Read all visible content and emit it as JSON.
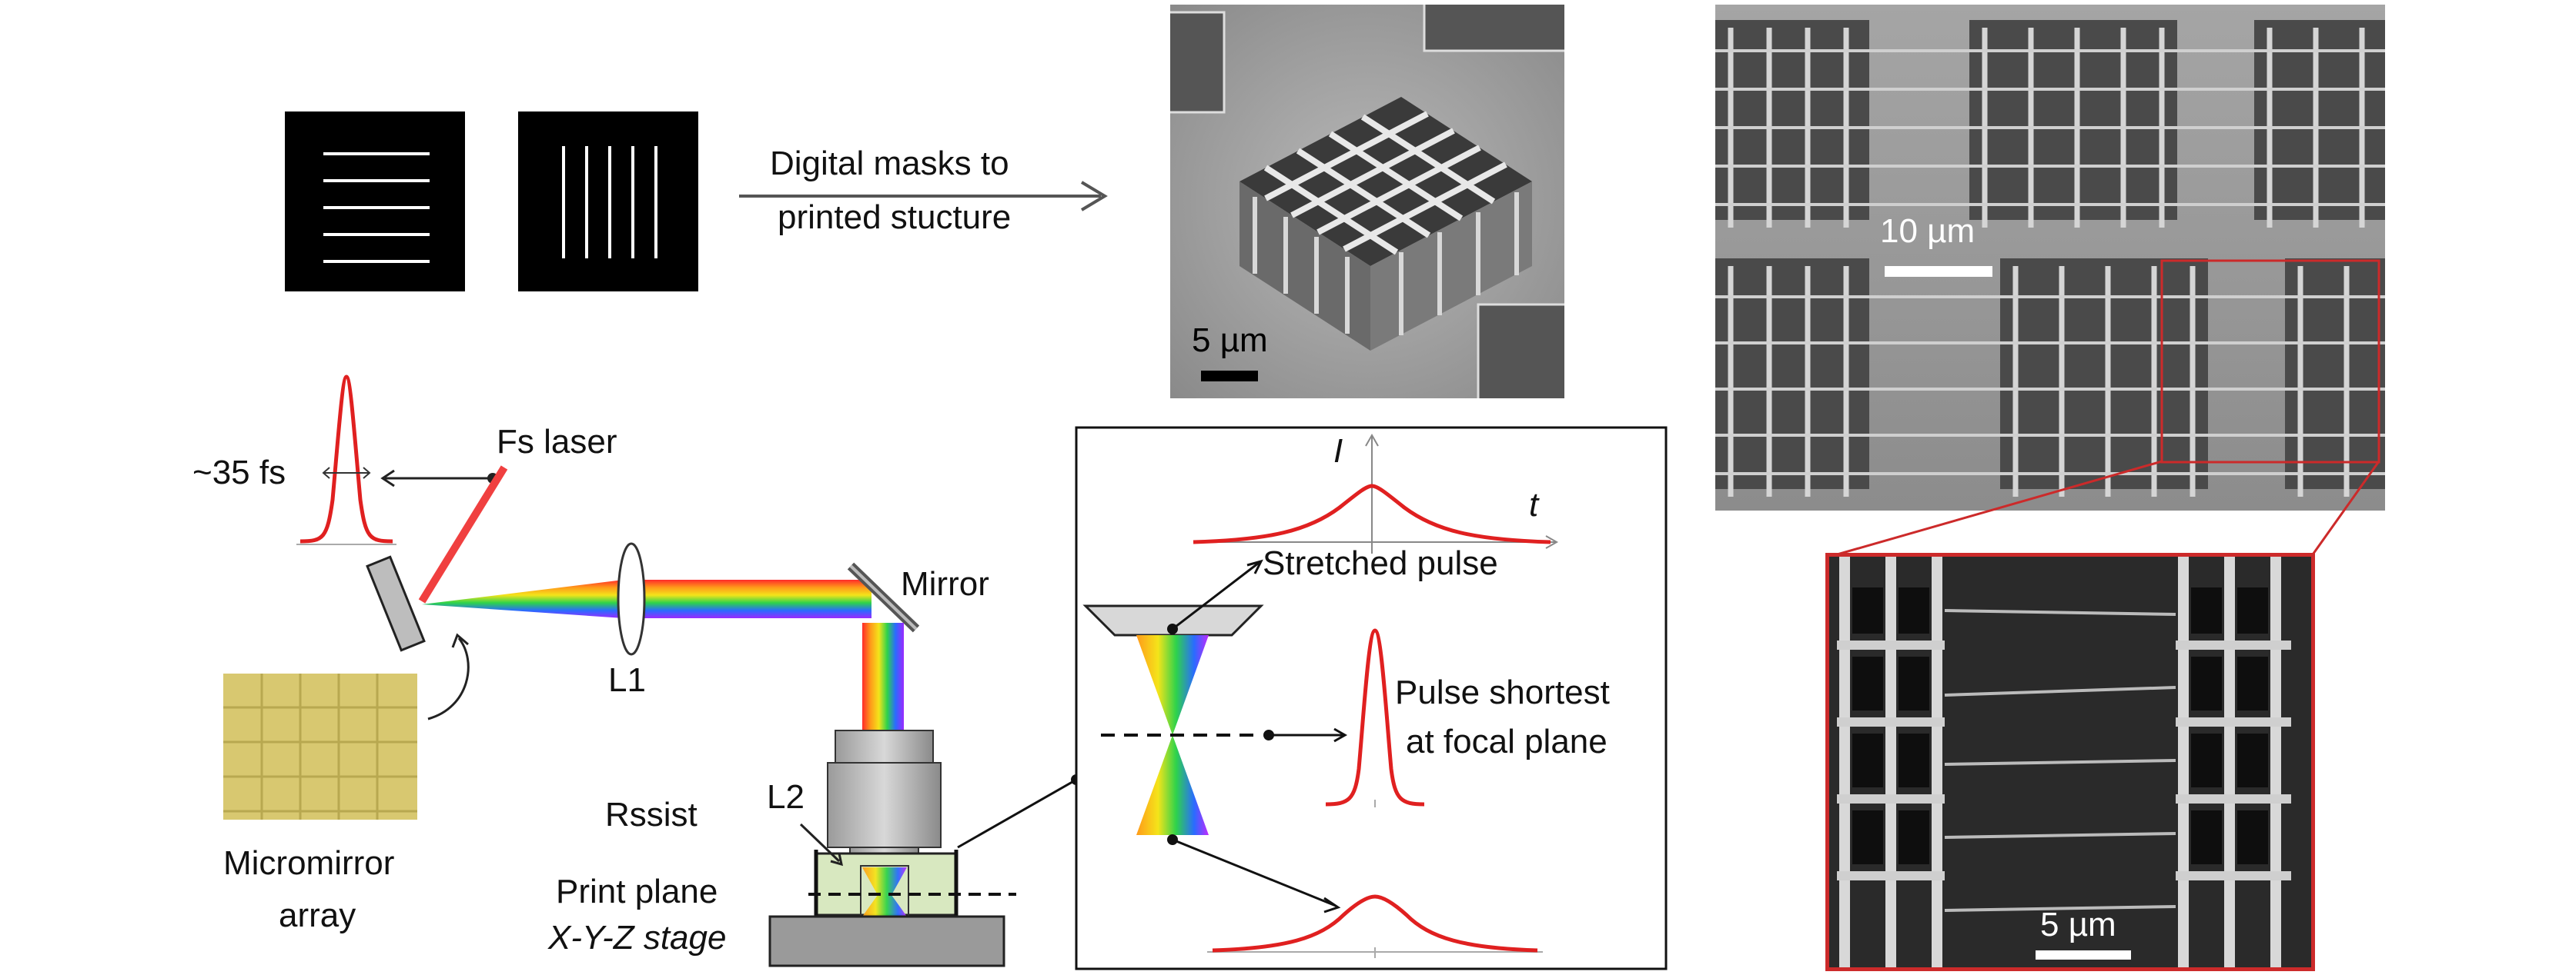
{
  "masks_caption": {
    "line1": "Digital masks to",
    "line2": "printed stucture"
  },
  "sem_top": {
    "scale_label": "5 µm"
  },
  "sem_right": {
    "scale_label": "10 µm"
  },
  "sem_zoom": {
    "scale_label": "5 µm"
  },
  "setup": {
    "pulse_width": "~35 fs",
    "laser": "Fs laser",
    "mirror": "Mirror",
    "lens1": "L1",
    "lens2": "L2",
    "dmd_line1": "Micromirror",
    "dmd_line2": "array",
    "resist": "Rssist",
    "print_plane": "Print plane",
    "stage": "X-Y-Z stage"
  },
  "inset": {
    "axis_y": "I",
    "axis_x": "t",
    "stretched": "Stretched pulse",
    "shortest_line1": "Pulse shortest",
    "shortest_line2": "at focal plane"
  },
  "colors": {
    "pulse_red": "#e02020",
    "frame_red": "#cc2a2a",
    "resist_green": "#d8e8c0",
    "dmd_yellow": "#d8c870"
  }
}
